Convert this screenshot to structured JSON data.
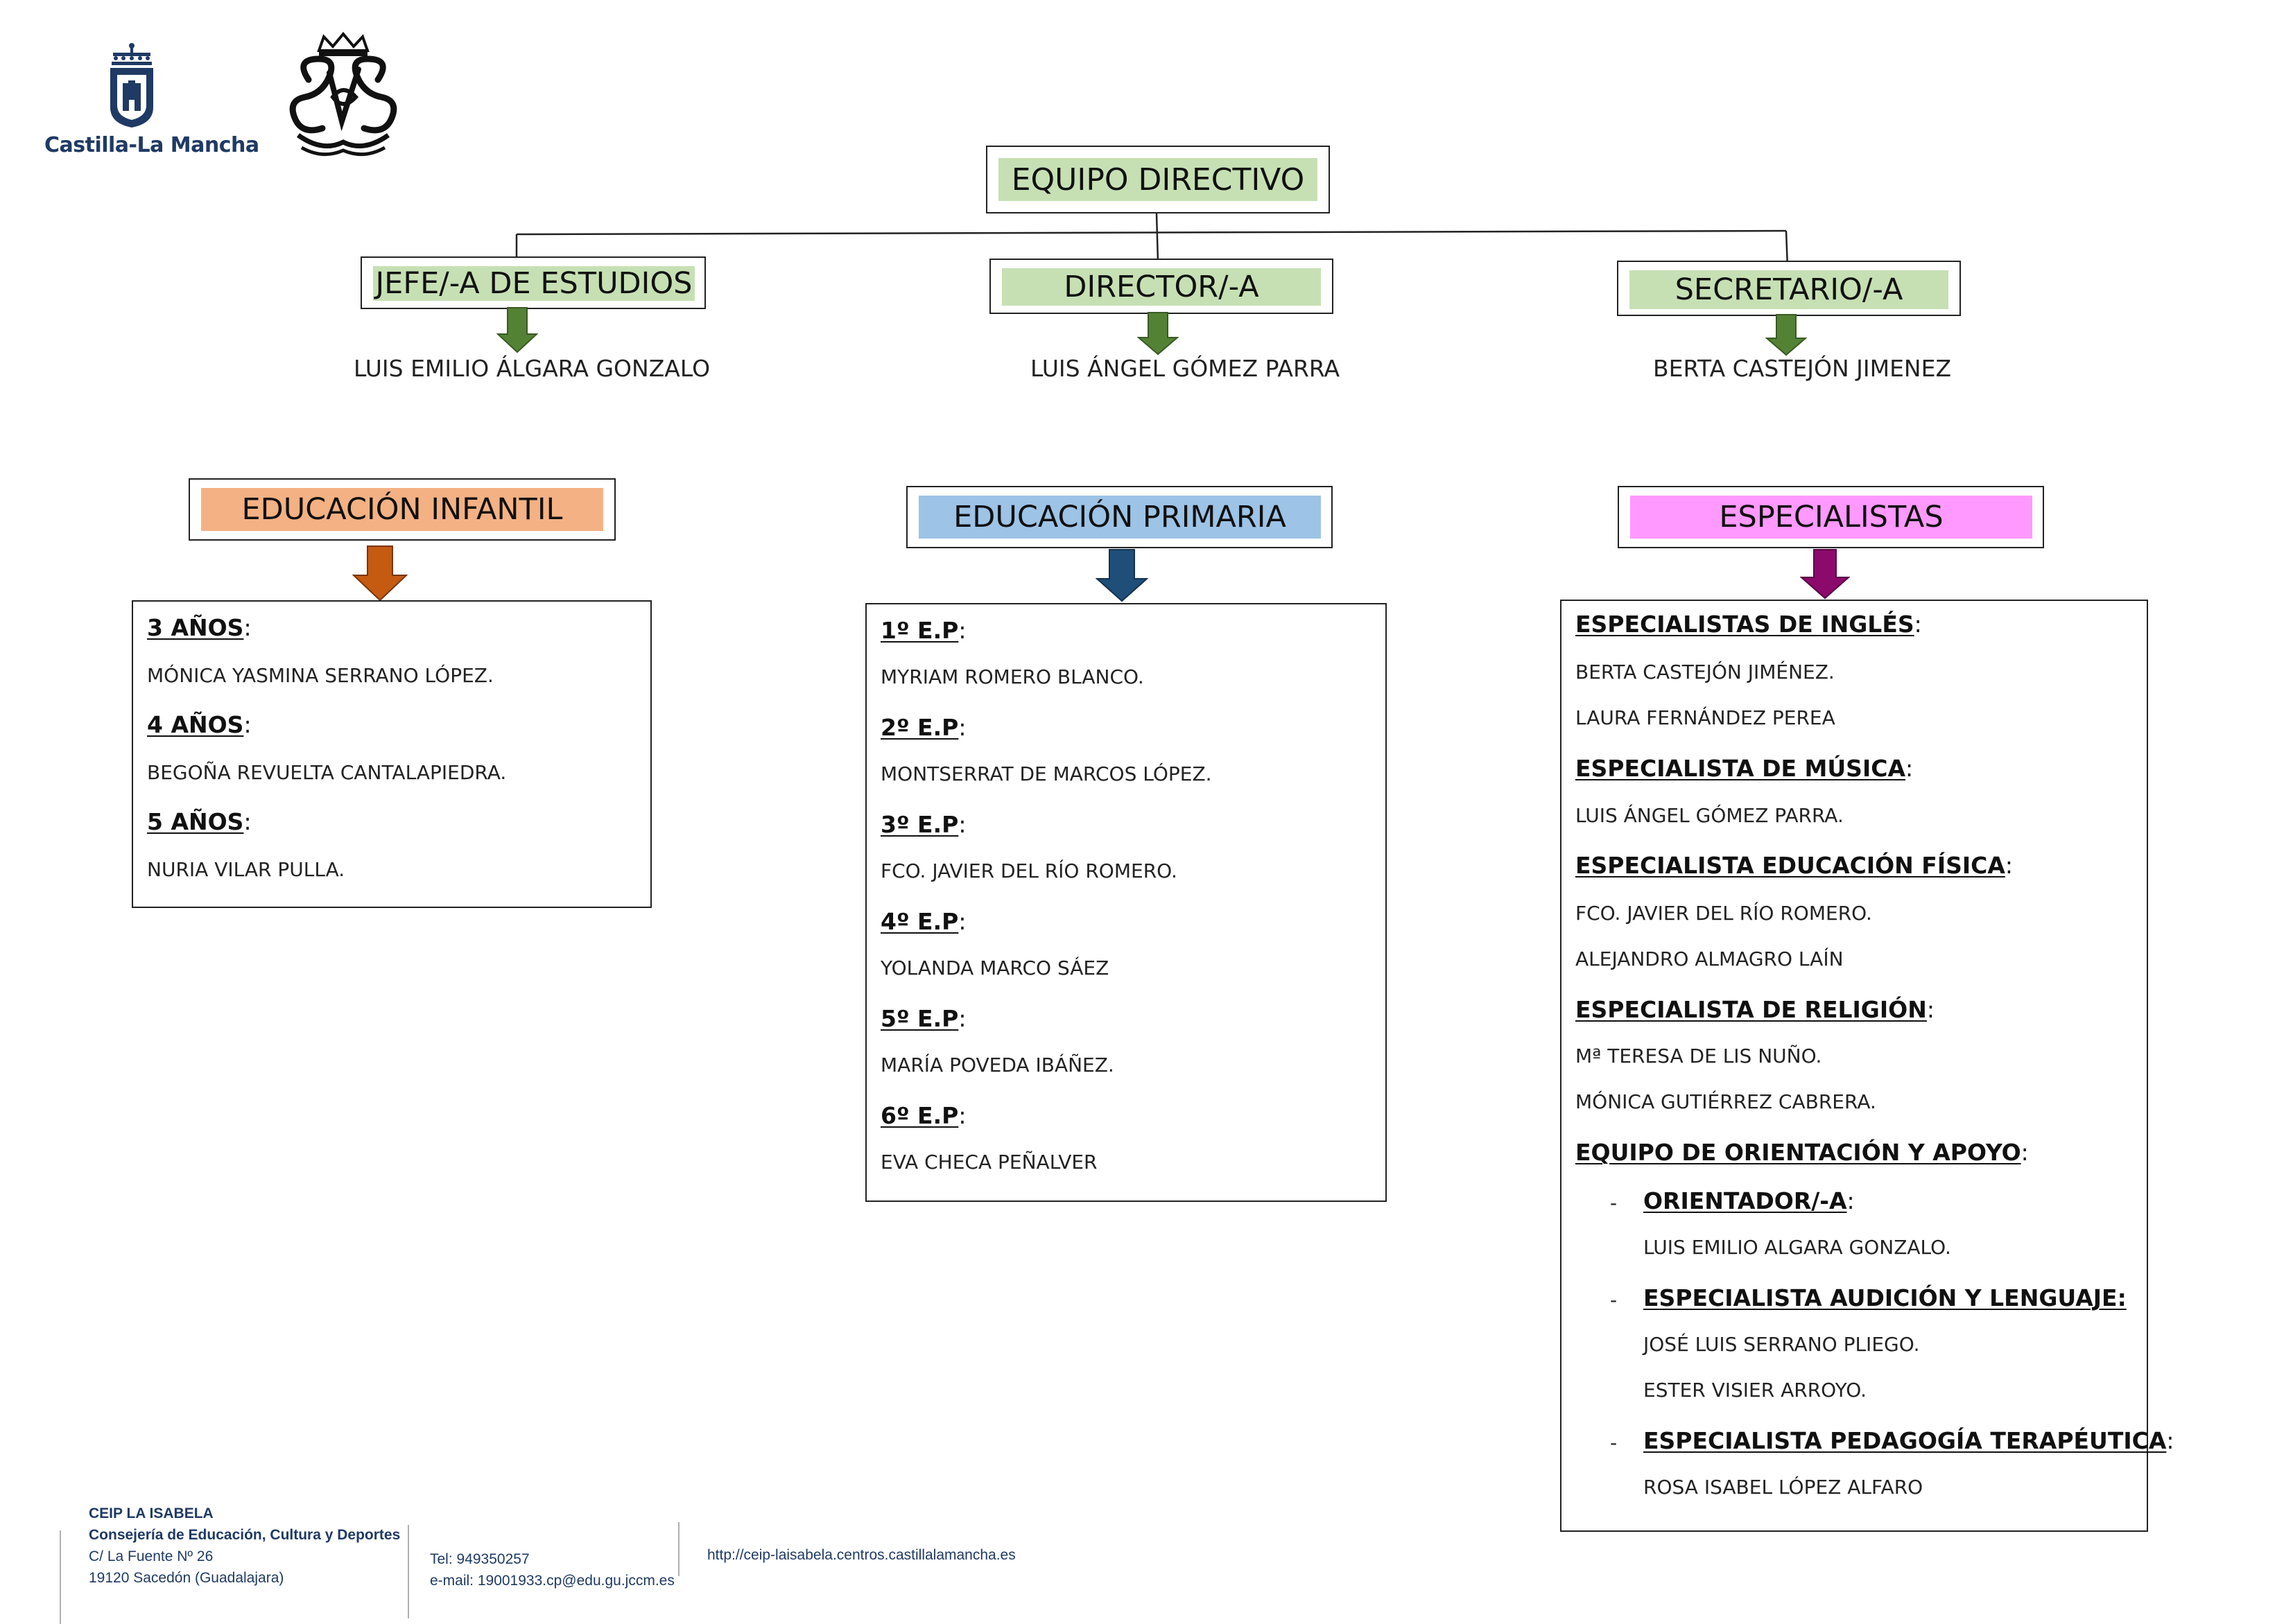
{
  "logos": {
    "region_name": "Castilla-La Mancha"
  },
  "org": {
    "top": "EQUIPO DIRECTIVO",
    "roles": [
      {
        "title": "JEFE/-A DE ESTUDIOS",
        "person": "LUIS EMILIO ÁLGARA GONZALO"
      },
      {
        "title": "DIRECTOR/-A",
        "person": "LUIS ÁNGEL GÓMEZ PARRA"
      },
      {
        "title": "SECRETARIO/-A",
        "person": "BERTA CASTEJÓN JIMENEZ"
      }
    ],
    "arrow_color": "#548235"
  },
  "sections": {
    "infantil": {
      "title": "EDUCACIÓN INFANTIL",
      "color": "#f4b183",
      "arrow_color": "#c55a11",
      "groups": [
        {
          "label": "3 AÑOS",
          "names": [
            "MÓNICA YASMINA SERRANO LÓPEZ."
          ]
        },
        {
          "label": "4 AÑOS",
          "names": [
            "BEGOÑA REVUELTA CANTALAPIEDRA."
          ]
        },
        {
          "label": "5 AÑOS",
          "names": [
            "NURIA VILAR PULLA."
          ]
        }
      ]
    },
    "primaria": {
      "title": "EDUCACIÓN PRIMARIA",
      "color": "#9dc3e6",
      "arrow_color": "#1f4e79",
      "groups": [
        {
          "label": "1º E.P",
          "names": [
            "MYRIAM ROMERO BLANCO."
          ]
        },
        {
          "label": "2º E.P",
          "names": [
            "MONTSERRAT DE MARCOS LÓPEZ."
          ]
        },
        {
          "label": "3º E.P",
          "names": [
            "FCO. JAVIER DEL RÍO ROMERO."
          ]
        },
        {
          "label": "4º E.P",
          "names": [
            "YOLANDA MARCO SÁEZ"
          ]
        },
        {
          "label": "5º E.P",
          "names": [
            "MARÍA POVEDA IBÁÑEZ."
          ]
        },
        {
          "label": "6º E.P",
          "names": [
            "EVA CHECA PEÑALVER"
          ]
        }
      ]
    },
    "especialistas": {
      "title": "ESPECIALISTAS",
      "color": "#ff99ff",
      "arrow_color": "#8b0a6b",
      "groups": [
        {
          "label": "ESPECIALISTAS DE INGLÉS",
          "names": [
            "BERTA CASTEJÓN JIMÉNEZ.",
            "LAURA FERNÁNDEZ PEREA"
          ]
        },
        {
          "label": "ESPECIALISTA DE MÚSICA",
          "names": [
            "LUIS ÁNGEL GÓMEZ PARRA."
          ]
        },
        {
          "label": "ESPECIALISTA EDUCACIÓN FÍSICA",
          "names": [
            "FCO. JAVIER DEL RÍO ROMERO.",
            "ALEJANDRO ALMAGRO LAÍN"
          ]
        },
        {
          "label": "ESPECIALISTA DE RELIGIÓN",
          "names": [
            "Mª TERESA DE LIS NUÑO.",
            "MÓNICA GUTIÉRREZ CABRERA."
          ]
        },
        {
          "label": "EQUIPO DE ORIENTACIÓN Y APOYO",
          "names": []
        }
      ],
      "subgroups": [
        {
          "label": "ORIENTADOR/-A",
          "colon": ":",
          "names": [
            "LUIS EMILIO ALGARA GONZALO."
          ]
        },
        {
          "label": "ESPECIALISTA AUDICIÓN Y LENGUAJE:",
          "colon": "",
          "names": [
            "JOSÉ LUIS SERRANO PLIEGO.",
            "ESTER VISIER ARROYO."
          ]
        },
        {
          "label": "ESPECIALISTA PEDAGOGÍA TERAPÉUTICA",
          "colon": ":",
          "names": [
            "ROSA ISABEL LÓPEZ ALFARO"
          ]
        }
      ]
    }
  },
  "footer": {
    "school": "CEIP LA ISABELA",
    "department": "Consejería de Educación, Cultura y Deportes",
    "address": "C/ La Fuente Nº 26",
    "city": "19120 Sacedón (Guadalajara)",
    "tel": "Tel: 949350257",
    "email": "e-mail: 19001933.cp@edu.gu.jccm.es",
    "web": "http://ceip-laisabela.centros.castillalamancha.es"
  }
}
